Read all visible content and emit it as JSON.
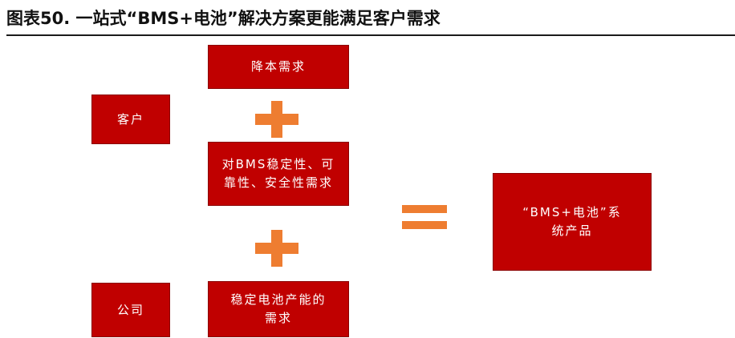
{
  "title": "图表50. 一站式“BMS+电池”解决方案更能满足客户需求",
  "diagram": {
    "customer_label": "客户",
    "company_label": "公司",
    "need_cost": "降本需求",
    "need_bms": "对BMS稳定性、可靠性、安全性需求",
    "need_capacity": "稳定电池产能的需求",
    "result": "“BMS+电池”系统产品",
    "colors": {
      "box": "#c00000",
      "operator": "#ee7d31",
      "text": "#ffffff"
    }
  }
}
